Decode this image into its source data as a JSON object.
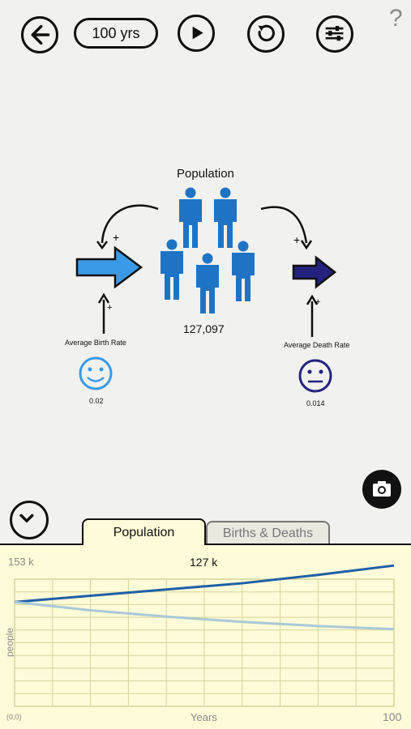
{
  "toolbar": {
    "duration_label": "100 yrs",
    "help_label": "?"
  },
  "model": {
    "population_label": "Population",
    "population_value": "127,097",
    "birth_rate_label": "Average Birth Rate",
    "birth_rate_value": "0.02",
    "death_rate_label": "Average Death Rate",
    "death_rate_value": "0.014",
    "link_sign": "+"
  },
  "tabs": [
    {
      "label": "Population",
      "active": true
    },
    {
      "label": "Births & Deaths",
      "active": false
    }
  ],
  "colors": {
    "birth_arrow": "#3a9ae8",
    "death_arrow": "#23237e",
    "people": "#1f73c4",
    "panel_bg": "#fdfbd8",
    "grid": "#d7d49a"
  },
  "chart_data": {
    "type": "line",
    "xlabel": "Years",
    "ylabel": "people",
    "origin_label": "(0,0)",
    "x_max_label": "100",
    "y_max_label": "153 k",
    "current_value_label": "127 k",
    "xlim": [
      0,
      100
    ],
    "ylim": [
      0,
      153
    ],
    "x": [
      0,
      20,
      40,
      60,
      80,
      100
    ],
    "series": [
      {
        "values": [
          100,
          106,
          112,
          118,
          126,
          135
        ],
        "color": "#1e5fa8"
      },
      {
        "values": [
          100,
          92,
          86,
          81,
          77,
          74
        ],
        "color": "#a9c9d8"
      }
    ]
  }
}
